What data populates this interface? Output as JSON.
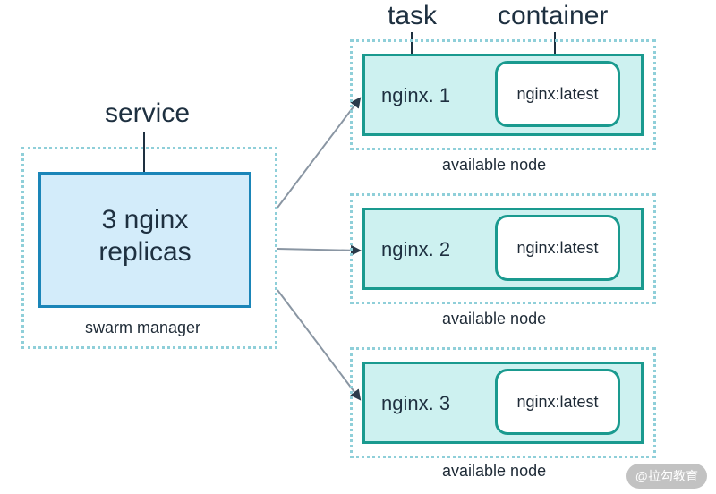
{
  "annotations": {
    "service": "service",
    "task": "task",
    "container": "container"
  },
  "manager": {
    "content": [
      "3 nginx",
      "replicas"
    ],
    "caption": "swarm manager"
  },
  "nodes": [
    {
      "task": "nginx. 1",
      "container": "nginx:latest",
      "caption": "available node"
    },
    {
      "task": "nginx. 2",
      "container": "nginx:latest",
      "caption": "available node"
    },
    {
      "task": "nginx. 3",
      "container": "nginx:latest",
      "caption": "available node"
    }
  ],
  "watermark": "@拉勾教育"
}
